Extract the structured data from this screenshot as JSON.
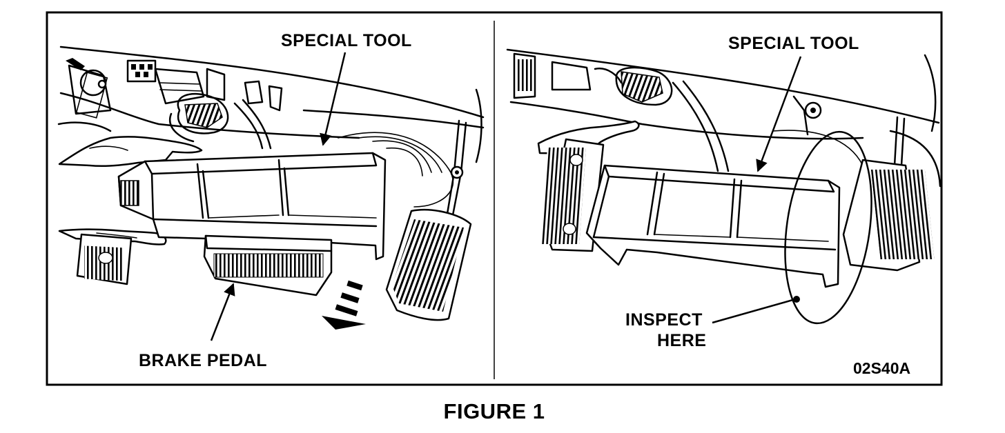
{
  "figure": {
    "caption": "FIGURE 1",
    "code": "02S40A",
    "colors": {
      "ink": "#000000",
      "paper": "#ffffff"
    }
  },
  "left_panel": {
    "special_tool_label": "SPECIAL TOOL",
    "brake_pedal_label": "BRAKE PEDAL"
  },
  "right_panel": {
    "special_tool_label": "SPECIAL TOOL",
    "inspect_label_line1": "INSPECT",
    "inspect_label_line2": "HERE"
  }
}
